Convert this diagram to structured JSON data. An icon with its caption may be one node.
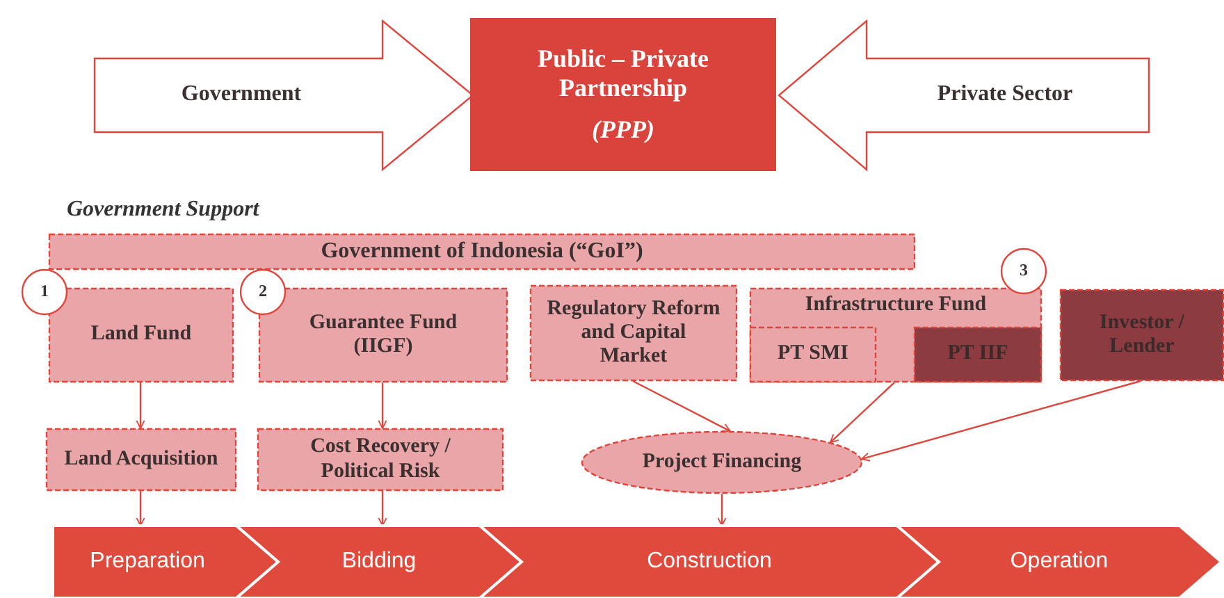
{
  "diagram": {
    "nodes": [
      {
        "text": [
          "Government"
        ]
      },
      {
        "text": [
          "Public – Private Partnership",
          "(PPP)"
        ]
      },
      {
        "text": [
          "Private Sector"
        ]
      },
      {
        "text": [
          "Government of Indonesia (“GoI”)"
        ]
      },
      {
        "text": [
          "1"
        ]
      },
      {
        "text": [
          "Land Fund"
        ]
      },
      {
        "text": [
          "2"
        ]
      },
      {
        "text": [
          "Guarantee Fund (IIGF)"
        ]
      },
      {
        "text": [
          "Regulatory Reform and Capital Market"
        ]
      },
      {
        "text": [
          "Infrastructure Fund"
        ]
      },
      {
        "text": [
          "PT SMI"
        ],
        "in": 9
      },
      {
        "text": [
          "PT IIF"
        ],
        "in": 9
      },
      {
        "text": [
          "3"
        ]
      },
      {
        "text": [
          "Investor / Lender"
        ]
      },
      {
        "text": [
          "Land Acquisition"
        ]
      },
      {
        "text": [
          "Cost Recovery / Political Risk"
        ]
      },
      {
        "text": [
          "Project Financing"
        ]
      },
      {
        "text": [
          "Preparation"
        ]
      },
      {
        "text": [
          "Bidding"
        ]
      },
      {
        "text": [
          "Construction"
        ]
      },
      {
        "text": [
          "Operation"
        ]
      }
    ],
    "edges": [
      {
        "from": 5,
        "to": 14,
        "arrow": "to"
      },
      {
        "from": 7,
        "to": 15,
        "arrow": "to"
      },
      {
        "from": 8,
        "to": 16,
        "arrow": "to"
      },
      {
        "from": 9,
        "to": 16,
        "arrow": "to"
      },
      {
        "from": 13,
        "to": 16,
        "arrow": "to"
      },
      {
        "from": 14,
        "to": 17,
        "arrow": "to"
      },
      {
        "from": 15,
        "to": 18,
        "arrow": "to"
      },
      {
        "from": 16,
        "to": 19,
        "arrow": "to"
      }
    ],
    "labels": [
      "Government Support"
    ]
  }
}
